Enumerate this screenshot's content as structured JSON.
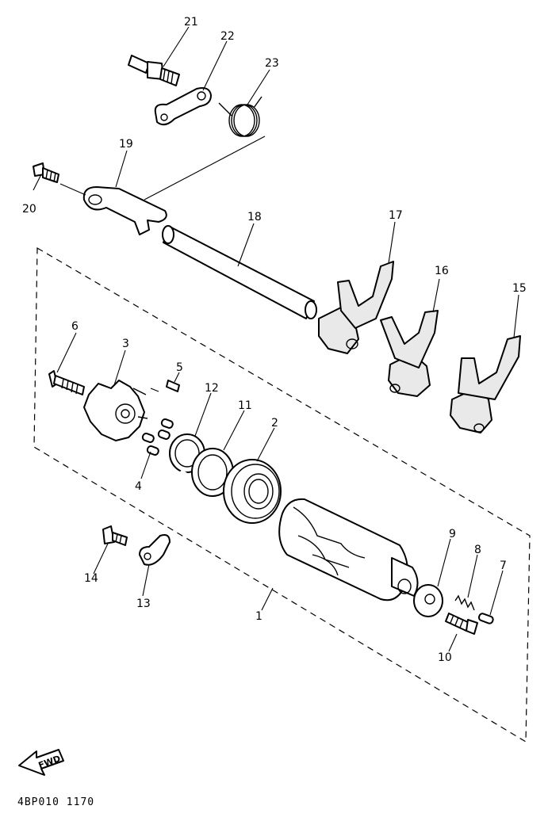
{
  "callouts": {
    "c1": "1",
    "c2": "2",
    "c3": "3",
    "c4": "4",
    "c5": "5",
    "c6": "6",
    "c7": "7",
    "c8": "8",
    "c9": "9",
    "c10": "10",
    "c11": "11",
    "c12": "12",
    "c13": "13",
    "c14": "14",
    "c15": "15",
    "c16": "16",
    "c17": "17",
    "c18": "18",
    "c19": "19",
    "c20": "20",
    "c21": "21",
    "c22": "22",
    "c23": "23"
  },
  "fwd_label": "FWD",
  "drawing_code": "4BP010 1170"
}
